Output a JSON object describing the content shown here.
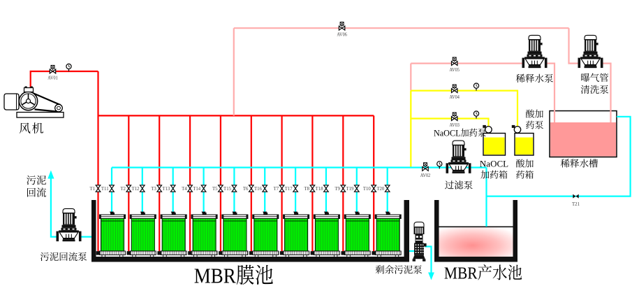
{
  "diagram": {
    "background": "#ffffff",
    "colors": {
      "air_pipe": "#ff0000",
      "clean_water_pipe": "#ffacac",
      "chemical_pipe": "#ffff00",
      "water_pipe": "#00ffff",
      "membrane_green": "#00ef00",
      "dilution_liquid": "#ff9999",
      "product_liquid": "#ffb5b5",
      "chemical_liquid": "#ffff00",
      "outline": "#000000"
    }
  },
  "equipment": {
    "blower": {
      "label": "风机"
    },
    "sludge_return_pump": {
      "label": "污泥回流泵"
    },
    "excess_sludge_pump": {
      "label": "剩余污泥泵"
    },
    "filter_pump": {
      "label": "过滤泵"
    },
    "dilution_water_pump": {
      "label": "稀释水泵"
    },
    "aeration_pipe_cleaning_pump": {
      "label_line1": "曝气管",
      "label_line2": "清洗泵"
    },
    "naocl_dosing_pump": {
      "label": "NaOCL加药泵"
    },
    "acid_dosing_pump": {
      "label_line1": "酸加",
      "label_line2": "药泵"
    }
  },
  "tanks": {
    "mbr_membrane_tank": {
      "label": "MBR膜池"
    },
    "mbr_product_tank": {
      "label": "MBR产水池"
    },
    "naocl_tank": {
      "label_line1": "NaOCL",
      "label_line2": "加药箱"
    },
    "acid_tank": {
      "label_line1": "酸加",
      "label_line2": "药箱"
    },
    "dilution_tank": {
      "label": "稀释水槽"
    }
  },
  "annotations": {
    "sludge_return_line1": "污泥",
    "sludge_return_line2": "回流"
  },
  "valves": {
    "av_labels": [
      "AV01",
      "AV02",
      "AV03",
      "AV04",
      "AV05",
      "AV06"
    ],
    "membrane_air_valves": [
      "T1",
      "T2",
      "T3",
      "T4",
      "T5",
      "T6",
      "T7",
      "T8",
      "T9",
      "T10"
    ],
    "membrane_water_valves": [
      "T11",
      "T12",
      "T13",
      "T14",
      "T15",
      "T16",
      "T17",
      "T18",
      "T19",
      "T20"
    ],
    "dilution_valve": "T21"
  },
  "membrane_modules": {
    "count": 10
  }
}
